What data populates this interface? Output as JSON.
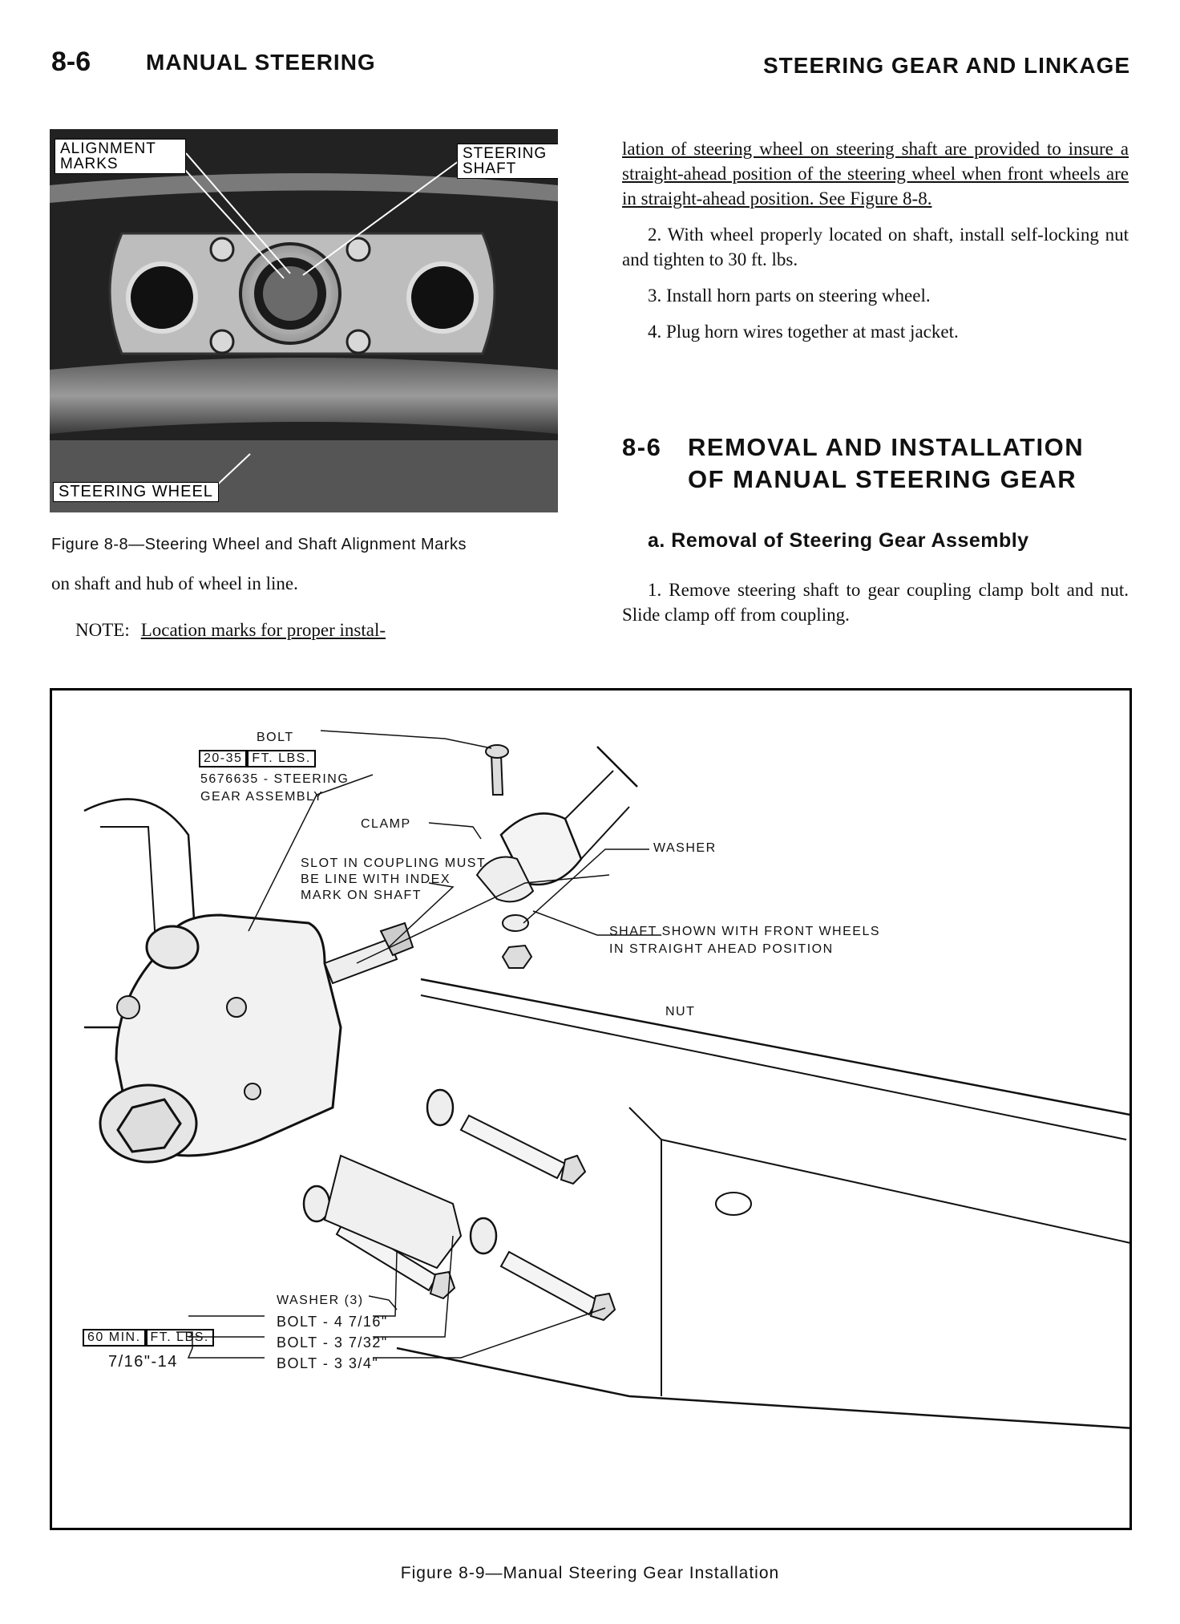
{
  "header": {
    "page_number": "8-6",
    "section": "MANUAL STEERING",
    "chapter": "STEERING GEAR AND LINKAGE"
  },
  "figure_8_8": {
    "labels": {
      "alignment_marks": "ALIGNMENT MARKS",
      "steering_shaft": "STEERING SHAFT",
      "steering_wheel": "STEERING WHEEL"
    },
    "caption": "Figure 8-8—Steering Wheel and Shaft Alignment Marks"
  },
  "left_column": {
    "continuation": "on shaft and hub of wheel in line.",
    "note_label": "NOTE:",
    "note_text": "Location marks for proper instal-"
  },
  "right_column": {
    "note_continued": "lation of steering wheel on steering shaft are provided to insure a straight-ahead position of the steering wheel when front wheels are in straight-ahead position. See Figure 8-8.",
    "step2": "2. With wheel properly located on shaft, install self-locking nut and tighten to 30 ft. lbs.",
    "step3": "3. Install horn parts on steering wheel.",
    "step4": "4. Plug horn wires together at mast jacket.",
    "section_number": "8-6",
    "section_heading_line1": "REMOVAL AND INSTALLATION",
    "section_heading_line2": "OF MANUAL STEERING GEAR",
    "subheading": "a. Removal of Steering Gear Assembly",
    "removal_step1": "1. Remove steering shaft to gear coupling clamp bolt and nut. Slide clamp off from coupling."
  },
  "figure_8_9": {
    "labels": {
      "bolt": "BOLT",
      "bolt_torque_value": "20-35",
      "bolt_torque_unit": "FT. LBS.",
      "gear_assembly_line1": "5676635 - STEERING",
      "gear_assembly_line2": "GEAR ASSEMBLY",
      "clamp": "CLAMP",
      "slot_line1": "SLOT IN COUPLING MUST",
      "slot_line2": "BE LINE WITH INDEX",
      "slot_line3": "MARK ON SHAFT",
      "washer": "WASHER",
      "shaft_shown_line1": "SHAFT SHOWN WITH FRONT WHEELS",
      "shaft_shown_line2": "IN STRAIGHT AHEAD POSITION",
      "nut": "NUT",
      "washer3": "WASHER (3)",
      "bolt_4_7_16": "BOLT - 4 7/16\"",
      "bolt_3_7_32": "BOLT - 3 7/32\"",
      "bolt_3_3_4": "BOLT - 3 3/4\"",
      "torque_min_value": "60 MIN.",
      "torque_min_unit": "FT. LBS.",
      "thread_size": "7/16\"-14"
    },
    "caption": "Figure 8-9—Manual Steering Gear Installation"
  }
}
